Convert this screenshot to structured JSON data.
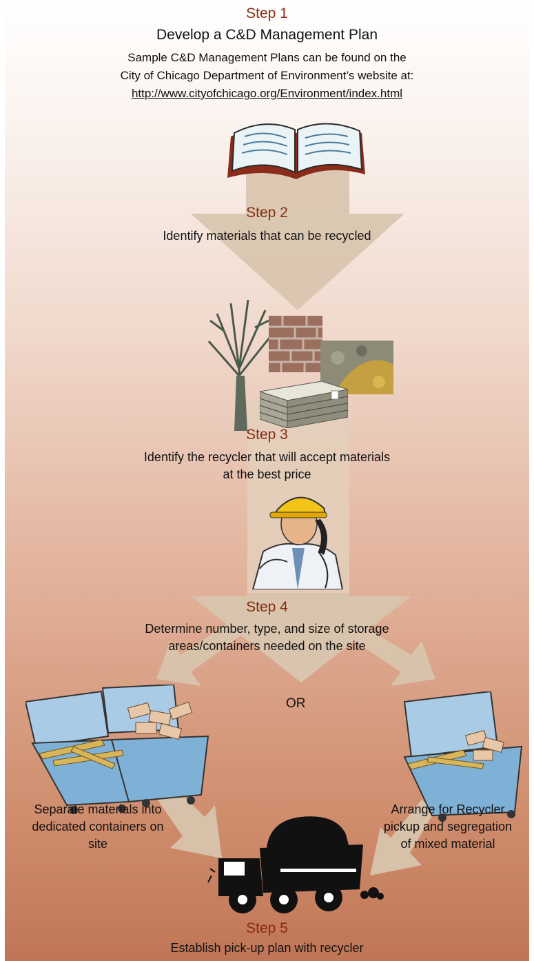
{
  "step1": {
    "label": "Step 1",
    "title": "Develop a C&D Management  Plan",
    "desc_line1": "Sample C&D Management  Plans can be found on the",
    "desc_line2": "City of Chicago Department  of Environment’s website at:",
    "link": "http://www.cityofchicago.org/Environment/index.html"
  },
  "step2": {
    "label": "Step 2",
    "desc": "Identify materials that can be recycled"
  },
  "step3": {
    "label": "Step 3",
    "desc_line1": "Identify the recycler that will accept materials",
    "desc_line2": "at the best price"
  },
  "step4": {
    "label": "Step 4",
    "desc_line1": "Determine number, type, and size of storage",
    "desc_line2": "areas/containers needed on the site"
  },
  "or_label": "OR",
  "left_option": {
    "line1": "Separate materials into",
    "line2": "dedicated containers on",
    "line3": "site"
  },
  "right_option": {
    "line1": "Arrange for Recycler",
    "line2": "pickup and segregation",
    "line3": "of mixed material"
  },
  "step5": {
    "label": "Step 5",
    "desc": "Establish pick-up plan with recycler"
  },
  "colors": {
    "arrow": "#d8c4ad",
    "step_label": "#8a2a12",
    "bin": "#7fb1d6",
    "lid": "#a9cbe6",
    "truck": "#111111"
  },
  "icons": [
    "book-icon",
    "tree-icon",
    "brick-icon",
    "lumber-icon",
    "stone-icon",
    "worker-on-phone-icon",
    "recycling-bin-icon",
    "dump-truck-icon"
  ]
}
